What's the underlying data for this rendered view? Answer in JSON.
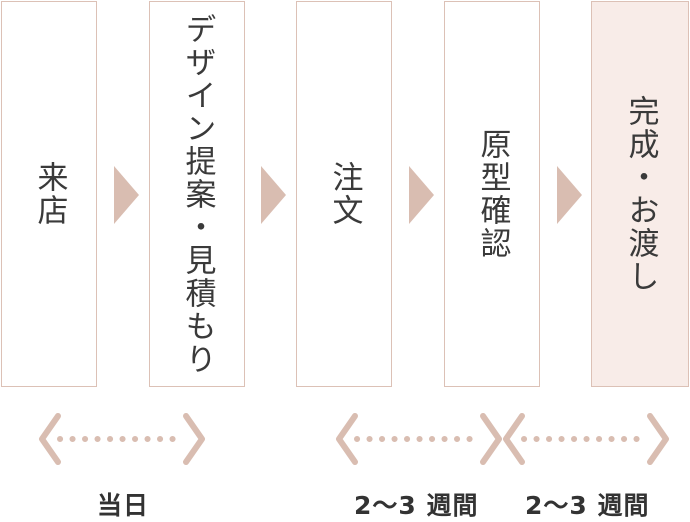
{
  "steps": [
    {
      "label": "来店"
    },
    {
      "label": "デザイン提案・見積もり"
    },
    {
      "label": "注文"
    },
    {
      "label": "原型確認"
    },
    {
      "label": "完成・お渡し"
    }
  ],
  "durations": [
    {
      "label": "当日"
    },
    {
      "label": "2〜3 週間"
    },
    {
      "label": "2〜3 週間"
    }
  ],
  "colors": {
    "accent": "#d9bdb1",
    "box_border": "#dcc1b6",
    "final_fill": "#f8ece8",
    "text": "#333333"
  }
}
